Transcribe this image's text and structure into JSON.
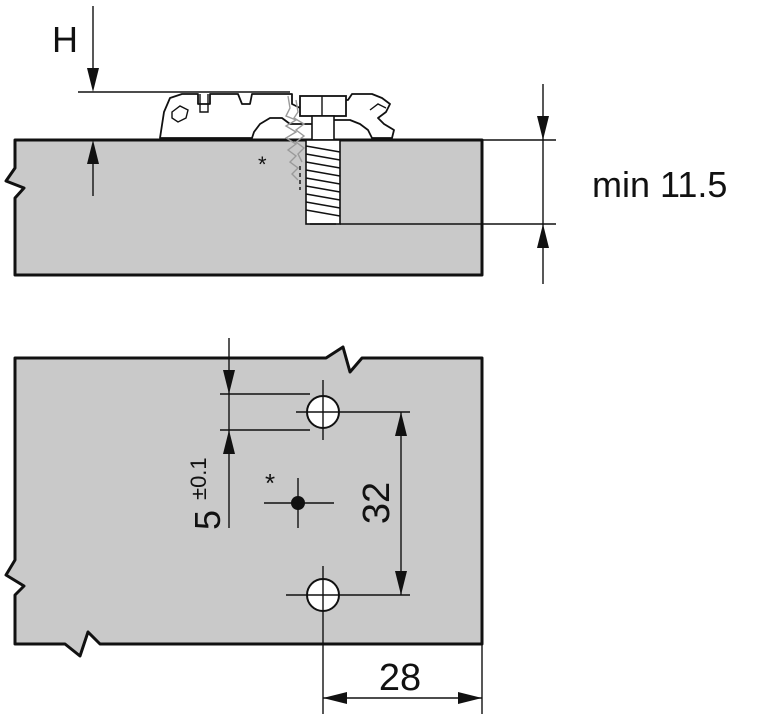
{
  "side_view": {
    "label_h": "H",
    "label_min": "min 11.5",
    "label_asterisk": "*"
  },
  "top_view": {
    "label_5": "5",
    "label_tol": "±0.1",
    "label_32": "32",
    "label_28": "28",
    "label_asterisk": "*"
  }
}
